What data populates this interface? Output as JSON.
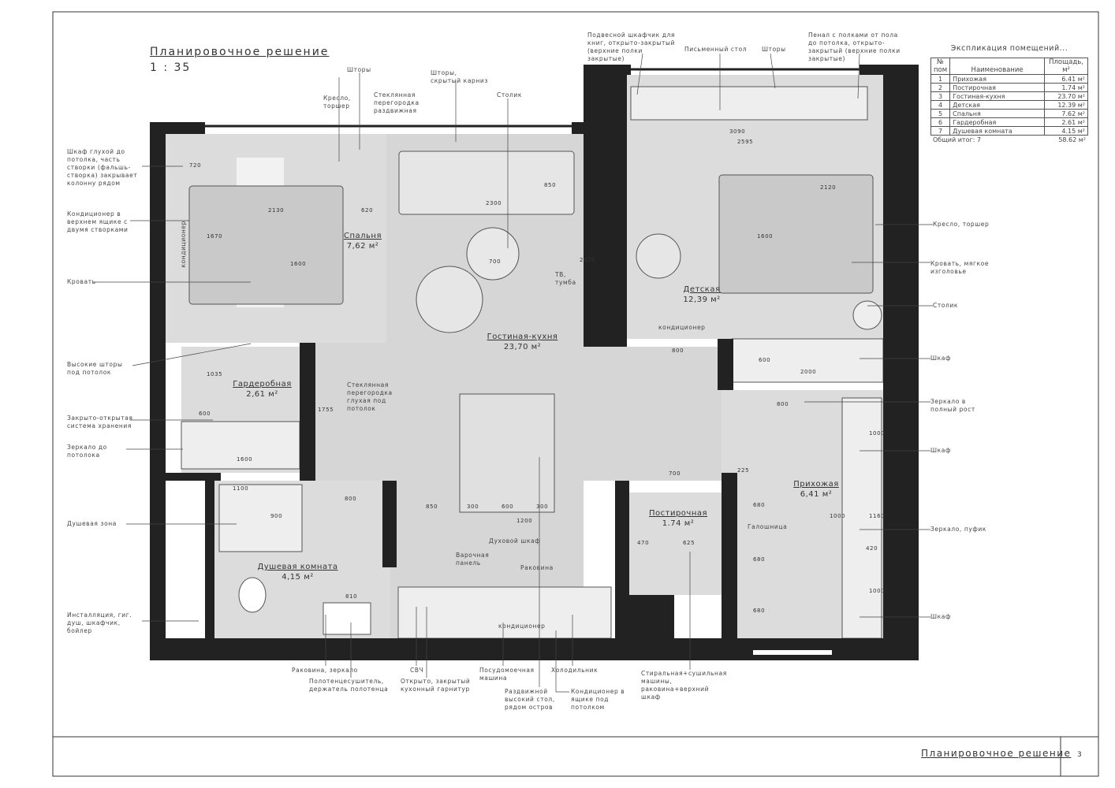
{
  "header": {
    "title": "Планировочное решение",
    "scale": "1 : 35"
  },
  "footer": {
    "title": "Планировочное решение",
    "page": "3"
  },
  "legend": {
    "caption": "Экспликация помещений...",
    "columns": [
      "№ пом",
      "Наименование",
      "Площадь, м²"
    ],
    "rows": [
      {
        "num": "1",
        "name": "Прихожая",
        "area": "6.41 м²"
      },
      {
        "num": "2",
        "name": "Постирочная",
        "area": "1.74 м²"
      },
      {
        "num": "3",
        "name": "Гостиная-кухня",
        "area": "23.70 м²"
      },
      {
        "num": "4",
        "name": "Детская",
        "area": "12.39 м²"
      },
      {
        "num": "5",
        "name": "Спальня",
        "area": "7.62 м²"
      },
      {
        "num": "6",
        "name": "Гардеробная",
        "area": "2.61 м²"
      },
      {
        "num": "7",
        "name": "Душевая комната",
        "area": "4.15 м²"
      }
    ],
    "total_label": "Общий итог: 7",
    "total_area": "58.62 м²"
  },
  "rooms": {
    "bedroom": {
      "name": "Спальня",
      "area": "7,62 м²"
    },
    "wardrobe": {
      "name": "Гардеробная",
      "area": "2,61 м²"
    },
    "living": {
      "name": "Гостиная-кухня",
      "area": "23,70 м²"
    },
    "kids": {
      "name": "Детская",
      "area": "12,39 м²"
    },
    "hall": {
      "name": "Прихожая",
      "area": "6,41 м²"
    },
    "laundry": {
      "name": "Постирочная",
      "area": "1.74 м²"
    },
    "shower": {
      "name": "Душевая комната",
      "area": "4,15 м²"
    }
  },
  "callouts": {
    "left": [
      "Шкаф глухой до потолка, часть створки (фальшь-створка) закрывает колонну рядом",
      "Кондиционер в верхнем ящике с двумя створками",
      "Кровать",
      "Высокие шторы под потолок",
      "Закрыто-открытая система хранения",
      "Зеркало до потолока",
      "Душевая зона",
      "Инсталляция, гиг. душ, шкафчик, бойлер"
    ],
    "right": [
      "Кресло, торшер",
      "Кровать, мягкое изголовье",
      "Столик",
      "Шкаф",
      "Зеркало в полный рост",
      "Шкаф",
      "Зеркало, пуфик",
      "Шкаф"
    ],
    "top": [
      "Кресло, торшер",
      "Шторы",
      "Стеклянная перегородка раздвижная",
      "Шторы, скрытый карниз",
      "Столик",
      "Подвесной шкафчик для книг, открыто-закрытый (верхние полки закрытые)",
      "Письменный стол",
      "Шторы",
      "Пенал с полками от пола до потолка, открыто-закрытый (верхние полки закрытые)"
    ],
    "bottom": [
      "Раковина, зеркало",
      "Полотенцесушитель, держатель полотенца",
      "СВЧ",
      "Открыто, закрытый кухонный гарнитур",
      "Посудомоечная машина",
      "Раздвижной высокий стол, рядом остров",
      "Холодильник",
      "Кондиционер в ящике под потолком",
      "Стиральная+сушильная машины, раковина+верхний шкаф"
    ],
    "inner": {
      "glass_wall": "Стеклянная перегородка глухая под потолок",
      "tv": "ТВ, тумба",
      "oven": "Духовой шкаф",
      "hob": "Варочная панель",
      "sink": "Раковина",
      "shoe_rack": "Галошница",
      "ac_kids": "кондиционер",
      "ac_kitchen": "кондиционер",
      "ac_bed": "кондиционер"
    }
  },
  "dimensions": [
    "2130",
    "1600",
    "1670",
    "720",
    "620",
    "2300",
    "850",
    "700",
    "2420",
    "3090",
    "2595",
    "2120",
    "1600",
    "800",
    "2000",
    "600",
    "800",
    "1200",
    "850",
    "300",
    "600",
    "300",
    "800",
    "1755",
    "1035",
    "600",
    "1600",
    "1100",
    "900",
    "810",
    "700",
    "225",
    "680",
    "680",
    "680",
    "1000",
    "1160",
    "420",
    "1000",
    "1000",
    "470",
    "625"
  ]
}
